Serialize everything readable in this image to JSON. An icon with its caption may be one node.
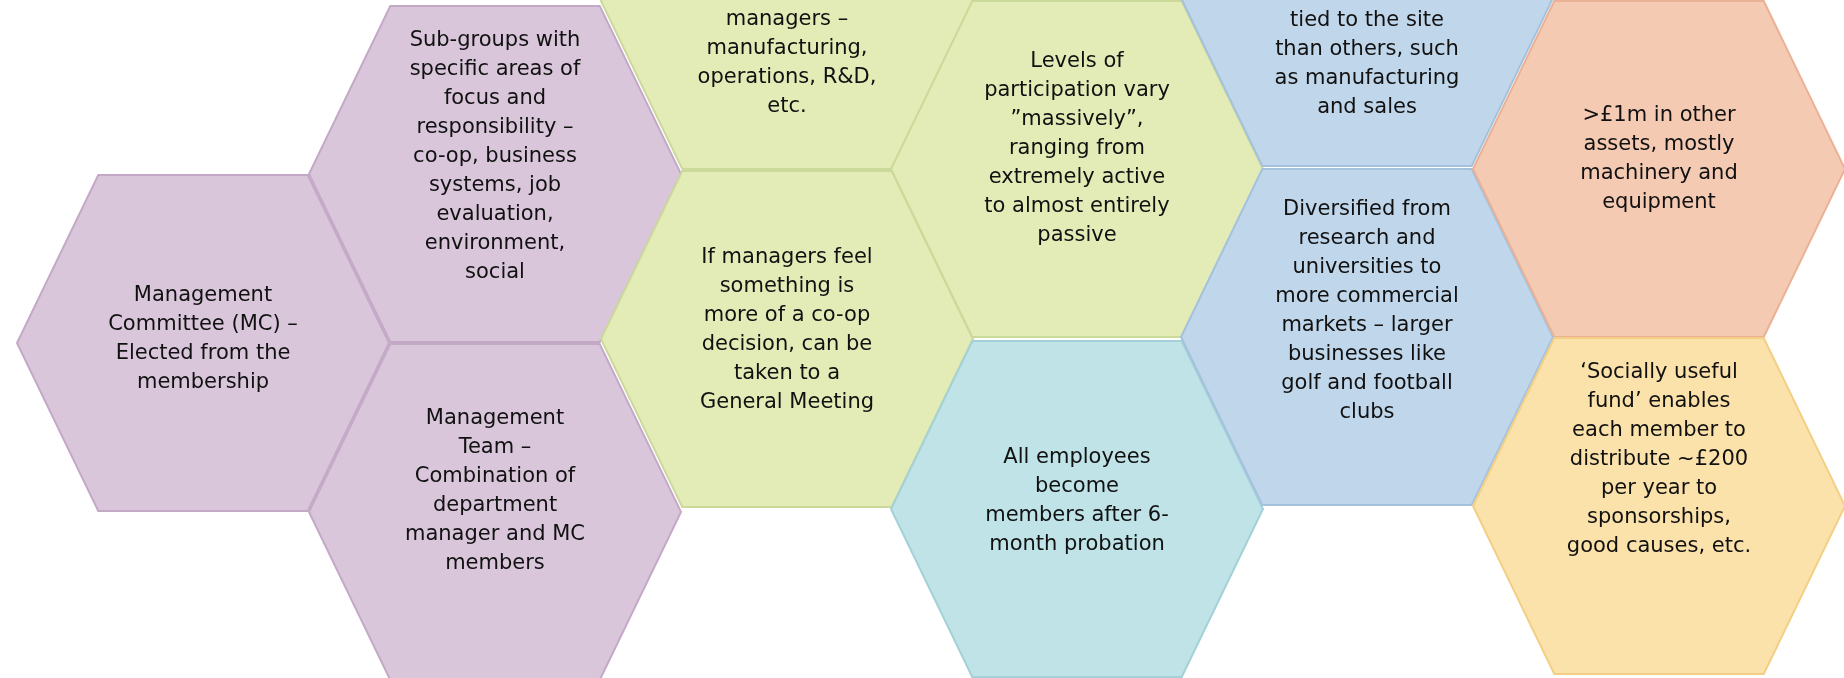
{
  "diagram": {
    "nodes": [
      {
        "text": [
          "Management Committee (MC) – Elected from the membership"
        ]
      },
      {
        "text": [
          "Sub-groups with specific areas of focus and responsibility – co-op, business systems, job evaluation, environment, social"
        ]
      },
      {
        "text": [
          "Management Team – Combination of department manager and MC members"
        ]
      },
      {
        "text": [
          "managers – manufacturing, operations, R&D, etc."
        ]
      },
      {
        "text": [
          "If managers feel something is more of a co-op decision, can be taken to a General Meeting"
        ]
      },
      {
        "text": [
          "Levels of participation vary ”massively”, ranging from extremely active to almost entirely passive"
        ]
      },
      {
        "text": [
          "All employees become members after 6-month probation"
        ]
      },
      {
        "text": [
          "tied to the site than others, such as manufacturing and sales"
        ]
      },
      {
        "text": [
          "Diversified from research and universities to more commercial markets – larger businesses like golf and football clubs"
        ]
      },
      {
        "text": [
          ">£1m in other assets, mostly machinery and equipment"
        ]
      },
      {
        "text": [
          "‘Socially useful fund’ enables each member to distribute ~£200 per year to sponsorships, good causes, etc."
        ]
      }
    ]
  }
}
